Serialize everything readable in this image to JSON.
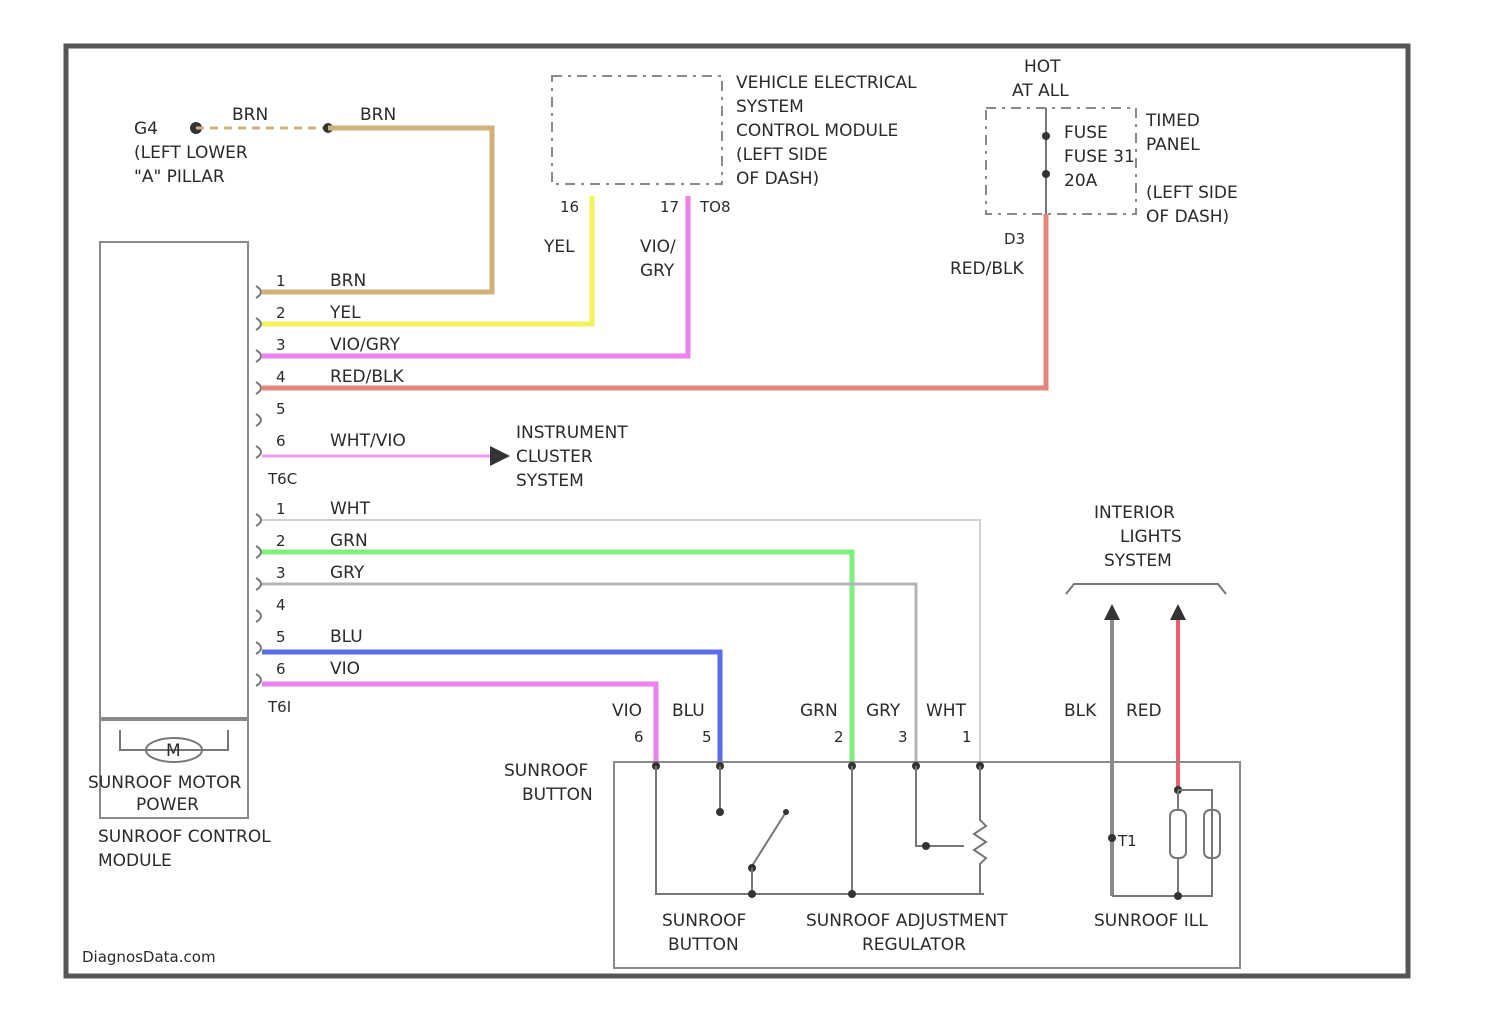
{
  "colors": {
    "BRN": "#d2b07a",
    "YEL": "#f2f25a",
    "VIO_GRY": "#ee82ee",
    "RED_BLK": "#e6857a",
    "WHT_VIO": "#ee9aee",
    "WHT": "#d0d0d0",
    "GRN": "#7cf07c",
    "GRY": "#b4b4b4",
    "BLU": "#5a6cf0",
    "VIO": "#ee82ee",
    "BLK": "#8a8a8a",
    "RED": "#f06070"
  },
  "ground": {
    "id": "G4",
    "location_1": "(LEFT LOWER",
    "location_2": "\"A\" PILLAR"
  },
  "vescm": {
    "line1": "VEHICLE ELECTRICAL",
    "line2": "SYSTEM",
    "line3": "CONTROL MODULE",
    "line4": "(LEFT SIDE",
    "line5": "OF DASH)",
    "pin_a": "16",
    "pin_b": "17",
    "connector": "TO8"
  },
  "fuse_panel": {
    "hot_1": "HOT",
    "hot_2": "AT ALL",
    "fuse_1": "FUSE",
    "fuse_2": "FUSE 31",
    "fuse_3": "20A",
    "panel_1": "TIMED",
    "panel_2": "PANEL",
    "panel_3": "(LEFT SIDE",
    "panel_4": "OF DASH)",
    "pin": "D3"
  },
  "wire_labels": {
    "brn_top_a": "BRN",
    "brn_top_b": "BRN",
    "yel_drop": "YEL",
    "vio_drop_1": "VIO/",
    "vio_drop_2": "GRY",
    "redblk_drop": "RED/BLK",
    "btn_vio": "VIO",
    "btn_blu": "BLU",
    "btn_grn": "GRN",
    "btn_gry": "GRY",
    "btn_wht": "WHT",
    "ill_blk": "BLK",
    "ill_red": "RED"
  },
  "connector_t6c": {
    "name": "T6C",
    "pins": [
      {
        "num": "1",
        "wire": "BRN"
      },
      {
        "num": "2",
        "wire": "YEL"
      },
      {
        "num": "3",
        "wire": "VIO/GRY"
      },
      {
        "num": "4",
        "wire": "RED/BLK"
      },
      {
        "num": "5",
        "wire": ""
      },
      {
        "num": "6",
        "wire": "WHT/VIO"
      }
    ]
  },
  "connector_t6i": {
    "name": "T6I",
    "pins": [
      {
        "num": "1",
        "wire": "WHT"
      },
      {
        "num": "2",
        "wire": "GRN"
      },
      {
        "num": "3",
        "wire": "GRY"
      },
      {
        "num": "4",
        "wire": ""
      },
      {
        "num": "5",
        "wire": "BLU"
      },
      {
        "num": "6",
        "wire": "VIO"
      }
    ]
  },
  "instrument_cluster": {
    "line1": "INSTRUMENT",
    "line2": "CLUSTER",
    "line3": "SYSTEM"
  },
  "interior_lights": {
    "line1": "INTERIOR",
    "line2": "LIGHTS",
    "line3": "SYSTEM"
  },
  "sunroof_control_module": {
    "motor_symbol": "M",
    "motor_1": "SUNROOF MOTOR",
    "motor_2": "POWER",
    "module_1": "SUNROOF CONTROL",
    "module_2": "MODULE"
  },
  "sunroof_button_connector": {
    "label_1": "SUNROOF",
    "label_2": "BUTTON",
    "pins": [
      "6",
      "5",
      "2",
      "3",
      "1"
    ]
  },
  "sunroof_button_parts": {
    "button_1": "SUNROOF",
    "button_2": "BUTTON",
    "regulator_1": "SUNROOF ADJUSTMENT",
    "regulator_2": "REGULATOR",
    "ill": "SUNROOF ILL",
    "ill_pin": "T1"
  },
  "watermark": "DiagnosData.com"
}
